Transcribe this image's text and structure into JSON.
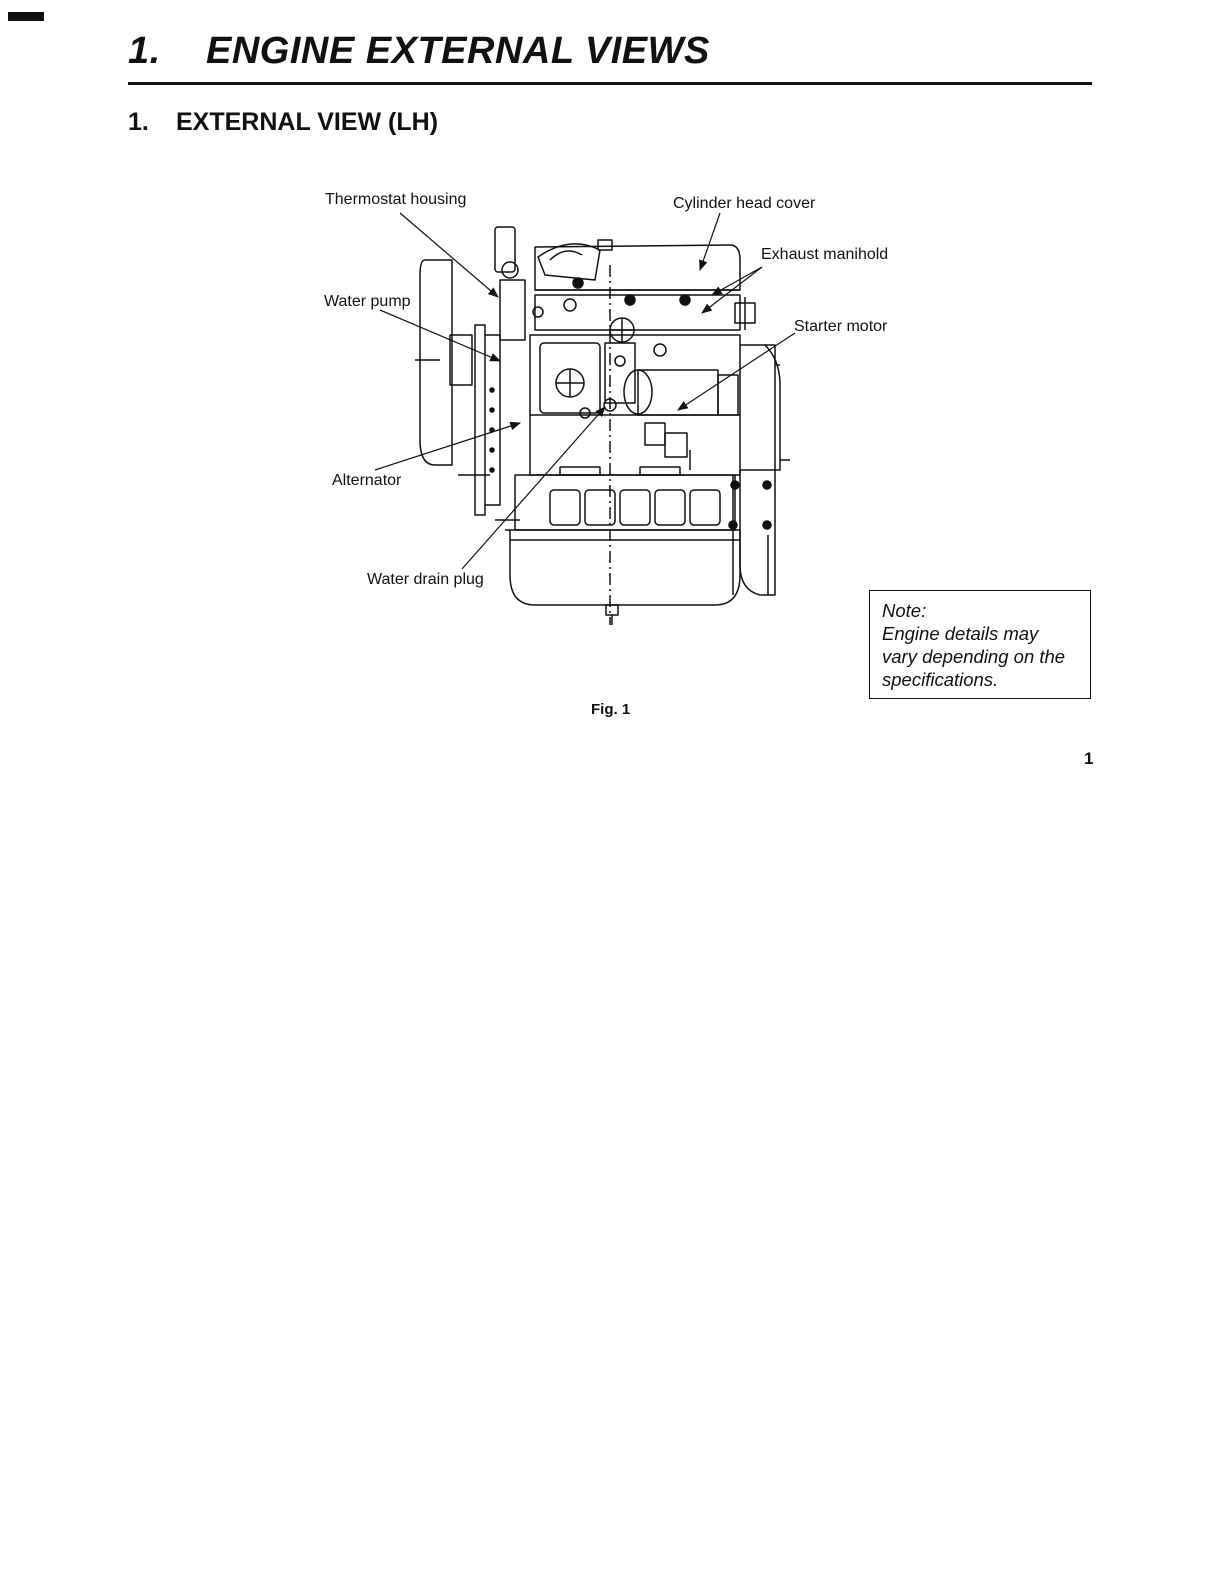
{
  "chapter": {
    "number": "1.",
    "title": "ENGINE EXTERNAL VIEWS"
  },
  "section": {
    "number": "1.",
    "title": "EXTERNAL VIEW (LH)"
  },
  "figure": {
    "callouts": {
      "thermostat_housing": "Thermostat housing",
      "cylinder_head_cover": "Cylinder head cover",
      "exhaust_manifold": "Exhaust manihold",
      "water_pump": "Water pump",
      "starter_motor": "Starter motor",
      "alternator": "Alternator",
      "water_drain_plug": "Water drain plug"
    },
    "caption": "Fig. 1"
  },
  "note": {
    "heading": "Note:",
    "lines": [
      "Engine details may",
      "vary depending on the",
      "specifications."
    ]
  },
  "page_number": "1"
}
